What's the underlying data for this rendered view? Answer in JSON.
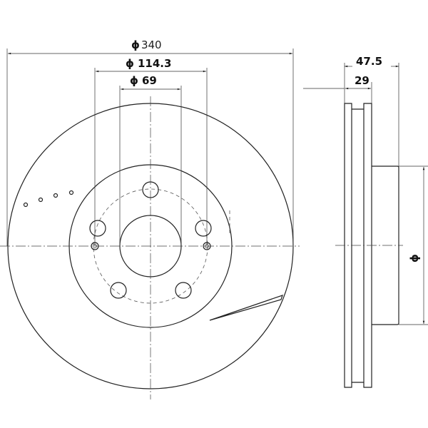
{
  "title": "Brake disc technical drawing",
  "dimensions": {
    "outer_diameter": "340",
    "bolt_circle": "114.3",
    "center_bore": "69",
    "total_height": "47.5",
    "thickness": "29",
    "hub_diameter_symbol": "ϕ"
  },
  "diameter_symbol": "ϕ",
  "colors": {
    "line": "#222222",
    "background": "#ffffff"
  }
}
